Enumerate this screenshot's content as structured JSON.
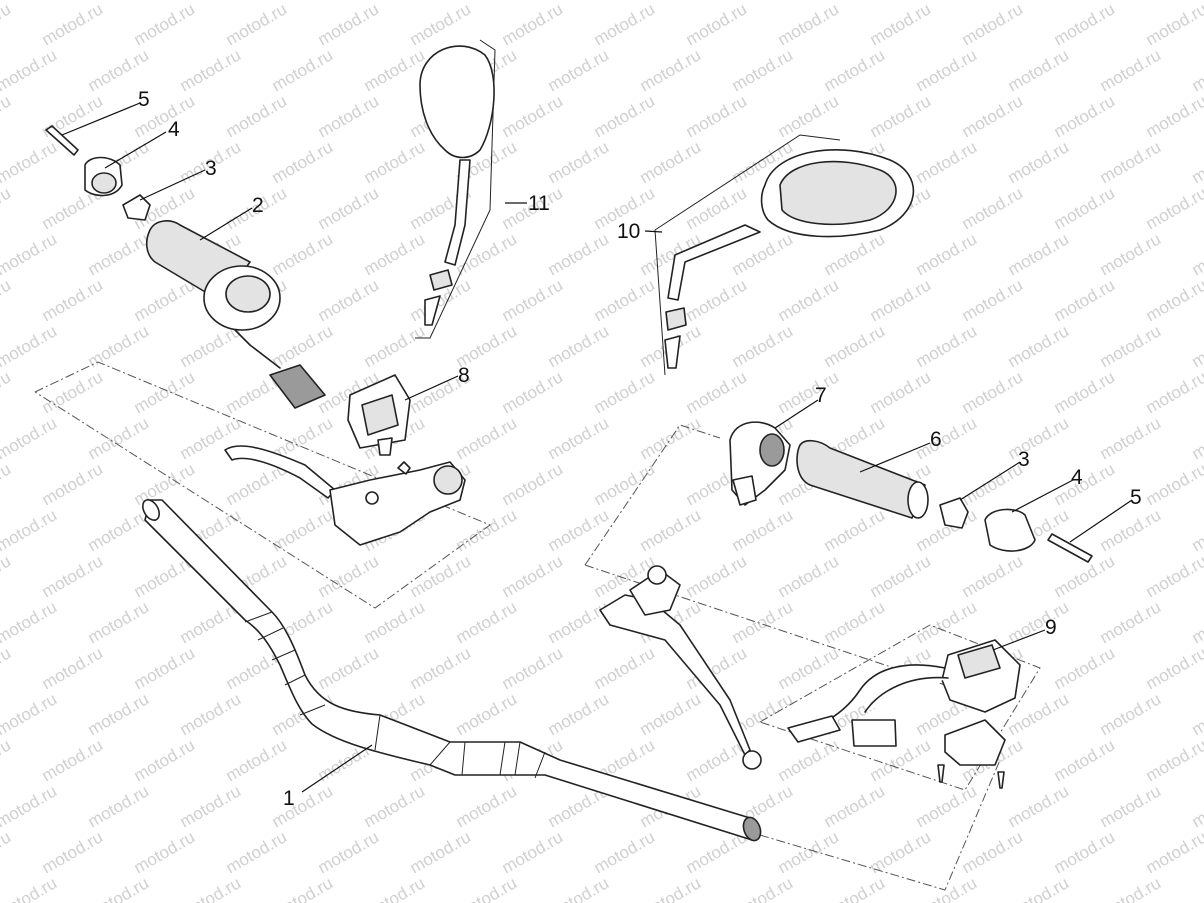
{
  "watermark": "motod.ru",
  "callouts": {
    "c1": "1",
    "c2": "2",
    "c3a": "3",
    "c3b": "3",
    "c4a": "4",
    "c4b": "4",
    "c5a": "5",
    "c5b": "5",
    "c6": "6",
    "c7": "7",
    "c8": "8",
    "c9": "9",
    "c10": "10",
    "c11": "11"
  }
}
